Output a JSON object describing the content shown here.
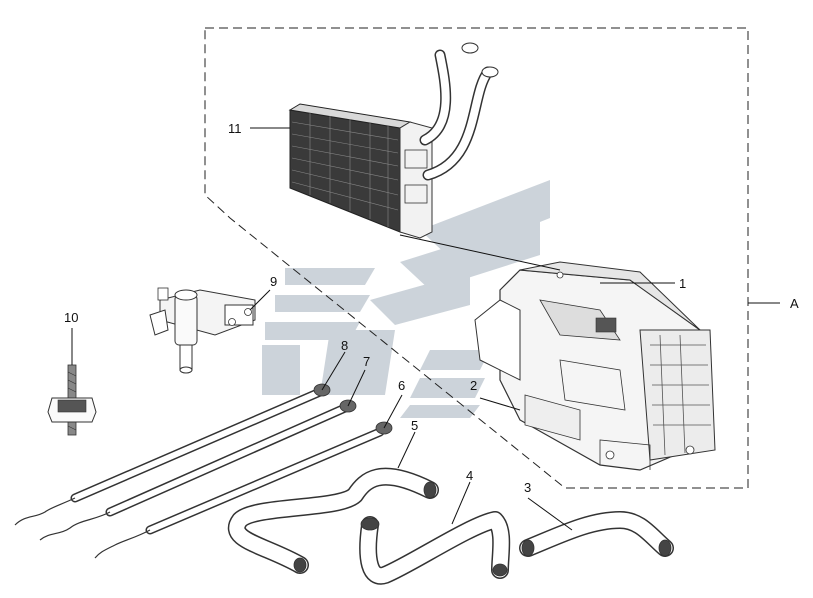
{
  "callouts": {
    "c1": "1",
    "c2": "2",
    "c3": "3",
    "c4": "4",
    "c5": "5",
    "c6": "6",
    "c7": "7",
    "c8": "8",
    "c9": "9",
    "c10": "10",
    "c11": "11",
    "cA": "A"
  },
  "colors": {
    "watermark": "#c4ccd4",
    "line": "#333333",
    "heater_core": "#3a3a3a"
  }
}
